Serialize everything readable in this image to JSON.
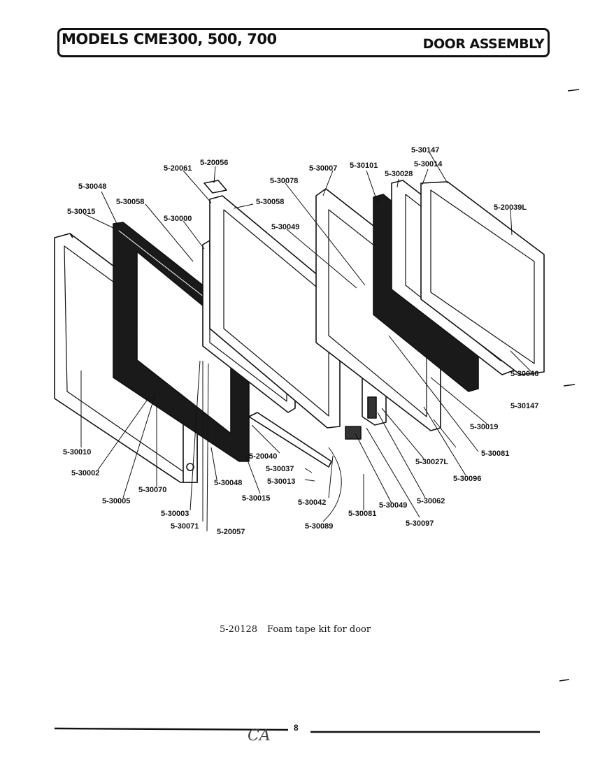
{
  "header": {
    "title": "MODELS CME300, 500, 700",
    "section": "DOOR ASSEMBLY"
  },
  "footnote": {
    "part": "5-20128",
    "text": "Foam tape kit for door"
  },
  "page": {
    "number": "8",
    "scrawl": "CA"
  },
  "part_labels": [
    "5-30147",
    "5-30014",
    "5-30007",
    "5-30101",
    "5-30028",
    "5-20061",
    "5-20056",
    "5-30048",
    "5-30078",
    "5-20039L",
    "5-30058",
    "5-30058",
    "5-30015",
    "5-30000",
    "5-30049",
    "5-30046",
    "5-30147",
    "5-30019",
    "5-30081",
    "5-30027L",
    "5-30096",
    "5-30010",
    "5-30002",
    "5-20040",
    "5-30037",
    "5-30013",
    "5-30070",
    "5-30005",
    "5-30048",
    "5-30015",
    "5-30042",
    "5-30062",
    "5-30049",
    "5-30003",
    "5-30071",
    "5-20057",
    "5-30089",
    "5-30081",
    "5-30097"
  ]
}
